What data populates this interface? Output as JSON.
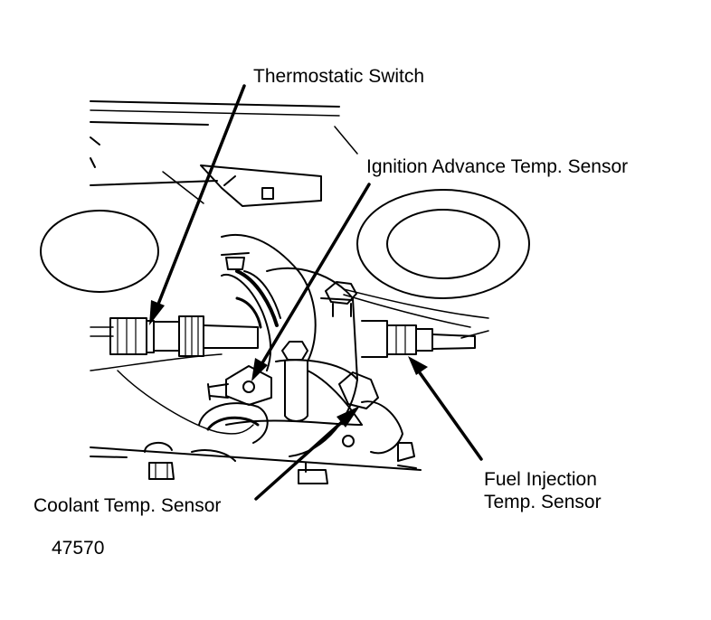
{
  "labels": {
    "thermostatic_switch": "Thermostatic Switch",
    "ignition_advance_sensor": "Ignition Advance Temp. Sensor",
    "fuel_injection_sensor_line1": "Fuel Injection",
    "fuel_injection_sensor_line2": "Temp. Sensor",
    "coolant_sensor": "Coolant Temp. Sensor"
  },
  "figure_number": "47570",
  "colors": {
    "ink": "#000000",
    "paper": "#ffffff"
  }
}
